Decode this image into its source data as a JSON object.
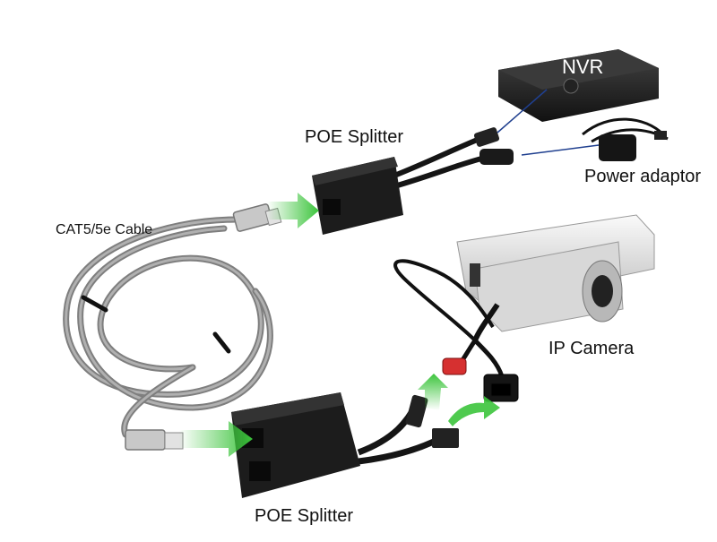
{
  "labels": {
    "top_splitter": "POE Splitter",
    "bottom_splitter": "POE Splitter",
    "cable": "CAT5/5e Cable",
    "nvr": "NVR",
    "power_adaptor": "Power adaptor",
    "ip_camera": "IP Camera"
  },
  "colors": {
    "cable": "#9a9a9a",
    "splitter_body": "#1c1c1c",
    "arrow": "#3cc43c",
    "nvr_body": "#2a2a2a",
    "camera_body": "#e8e8e8",
    "connector_line": "#1f3f8f",
    "dc_plug_red": "#d63030"
  }
}
